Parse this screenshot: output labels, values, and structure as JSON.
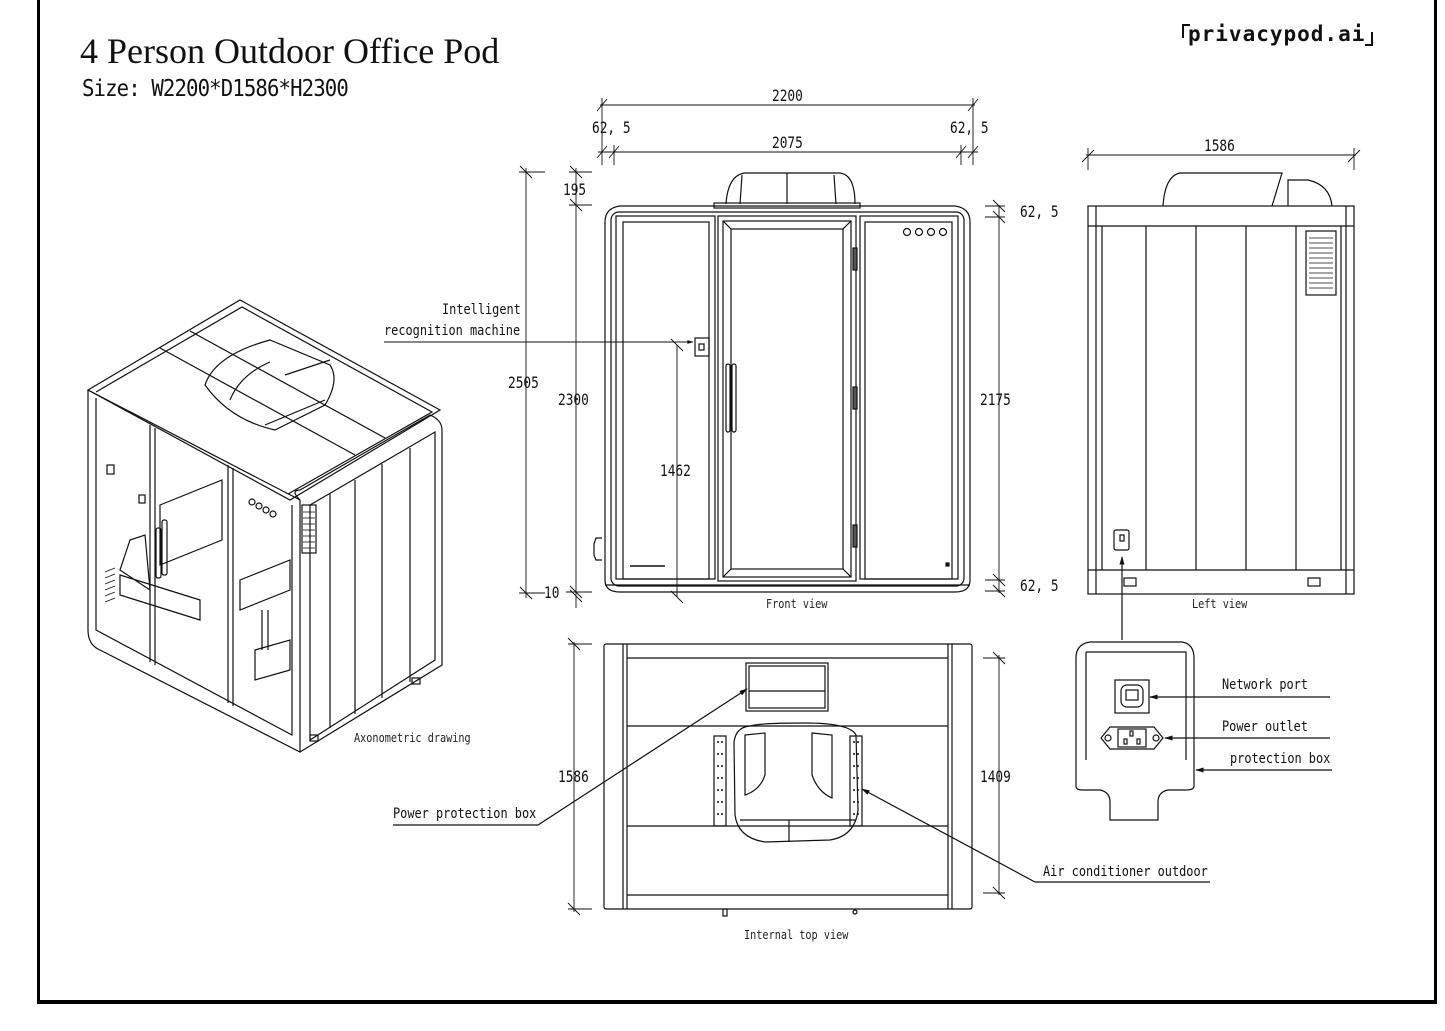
{
  "header": {
    "title": "4 Person Outdoor Office Pod",
    "size": "Size: W2200*D1586*H2300",
    "logo_text": "privacypod.ai"
  },
  "front_view": {
    "caption": "Front view",
    "dims": {
      "overall_width": "2200",
      "inner_width": "2075",
      "left_margin": "62, 5",
      "right_margin": "62, 5",
      "top_unit": "195",
      "total_height": "2505",
      "height": "2300",
      "recognition_height": "1462",
      "bottom_gap": "10",
      "inner_height": "2175",
      "top_frame": "62, 5",
      "bottom_frame": "62, 5"
    },
    "callout_recognition_line1": "Intelligent",
    "callout_recognition_line2": "recognition machine"
  },
  "left_view": {
    "caption": "Left view",
    "dims": {
      "depth": "1586"
    }
  },
  "axonometric": {
    "caption": "Axonometric drawing"
  },
  "top_view": {
    "caption": "Internal top view",
    "dims": {
      "depth": "1586",
      "inner_depth": "1409"
    },
    "callout_power_box": "Power protection box",
    "callout_ac": "Air conditioner outdoor"
  },
  "protection_box_detail": {
    "network_port": "Network port",
    "power_outlet": "Power outlet",
    "protection_box": "protection box"
  },
  "colors": {
    "ink": "#111111",
    "paper": "#ffffff"
  }
}
